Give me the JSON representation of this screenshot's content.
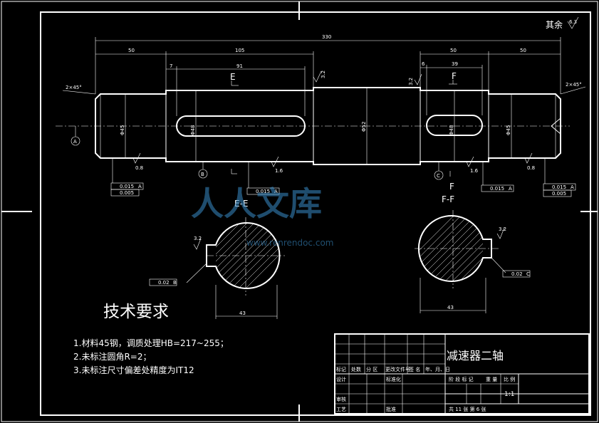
{
  "title_block": {
    "drawing_title": "减速器二轴",
    "row1": [
      "标记",
      "处数",
      "分 区",
      "更改文件号",
      "签 名",
      "年、月、日"
    ],
    "row2": [
      "设计",
      "标准化"
    ],
    "row3": [
      "审核"
    ],
    "row4": [
      "工艺",
      "批准"
    ],
    "stage_labels": [
      "阶 段 标 记",
      "重 量",
      "比 例"
    ],
    "scale": "1:1",
    "sheets": "共 11 张   第 6 张"
  },
  "surface_note": {
    "text": "其余",
    "roughness": "6.3"
  },
  "tech_req": {
    "heading": "技术要求",
    "items": [
      "1.材料45钢，调质处理HB=217~255；",
      "2.未标注圆角R=2；",
      "3.未标注尺寸偏差处精度为IT12"
    ]
  },
  "dimensions": {
    "overall": "330",
    "seg1": "50",
    "seg2": "105",
    "seg3": "50",
    "seg4": "50",
    "key1_len": "91",
    "key1_off": "7",
    "key2_len": "39",
    "key2_off": "6",
    "chamfer_left": "2×45°",
    "chamfer_right": "2×45°",
    "dia_left": "Φ45",
    "dia_key1": "Φ48",
    "dia_mid": "Φ52",
    "dia_key2": "Φ48",
    "dia_right": "Φ45",
    "section_e_width": "43",
    "section_f_width": "43"
  },
  "roughness_values": [
    "0.8",
    "1.6",
    "1.6",
    "0.8",
    "3.2",
    "3.2",
    "3.2",
    "3.2"
  ],
  "datums": [
    "A",
    "B",
    "C"
  ],
  "tolerances": {
    "left_runout": "0.015",
    "left_runout_datum": "A",
    "left_cyl": "0.005",
    "e_runout": "0.015",
    "e_runout_datum": "A",
    "right_runout": "0.015",
    "right_runout_datum": "A",
    "far_right_runout": "0.015",
    "far_right_runout_datum": "A",
    "far_right_cyl": "0.005",
    "sym_e": "0.02",
    "sym_e_datum": "B",
    "sym_f": "0.02",
    "sym_f_datum": "C"
  },
  "section_labels": {
    "e": "E",
    "f": "F",
    "e_title": "E-E",
    "f_title": "F-F"
  },
  "watermark": {
    "text": "人人文库",
    "url": "www.renrendoc.com"
  },
  "colors": {
    "background": "#000000",
    "lines": "#ffffff",
    "watermark": "#3a8dc8"
  }
}
